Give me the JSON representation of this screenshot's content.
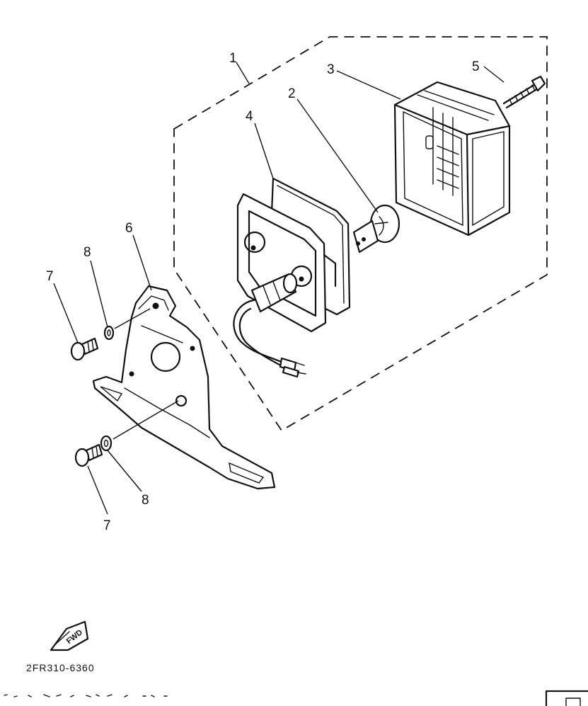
{
  "callouts": {
    "assembly": "1",
    "bulb": "2",
    "lens": "3",
    "gasket": "4",
    "screw": "5",
    "bracket": "6",
    "bolt_top": "7",
    "washer_top": "8",
    "washer_bottom": "8",
    "bolt_bottom": "7"
  },
  "footer": {
    "fwd_label": "FWD",
    "part_number": "2FR310-6360"
  }
}
